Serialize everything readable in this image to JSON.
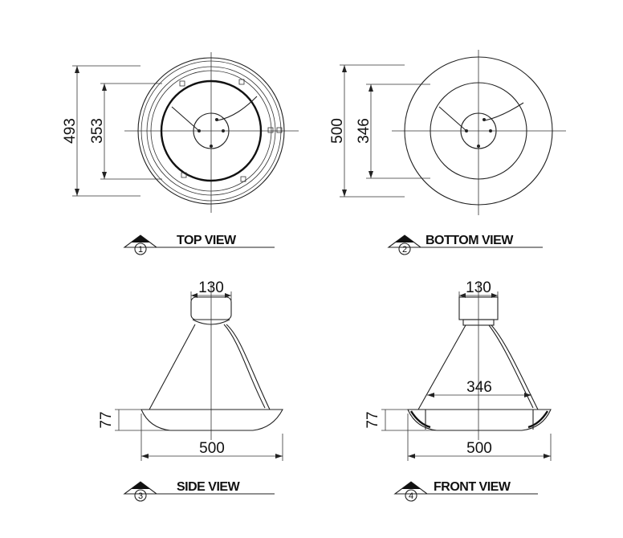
{
  "views": {
    "top": {
      "number": "1",
      "title": "TOP VIEW",
      "dims": {
        "outer": "493",
        "inner": "353"
      }
    },
    "bottom": {
      "number": "2",
      "title": "BOTTOM VIEW",
      "dims": {
        "outer": "500",
        "inner": "346"
      }
    },
    "side": {
      "number": "3",
      "title": "SIDE VIEW",
      "dims": {
        "top_width": "130",
        "height": "77",
        "width": "500"
      }
    },
    "front": {
      "number": "4",
      "title": "FRONT VIEW",
      "dims": {
        "top_width": "130",
        "inner_width": "346",
        "height": "77",
        "width": "500"
      }
    }
  }
}
